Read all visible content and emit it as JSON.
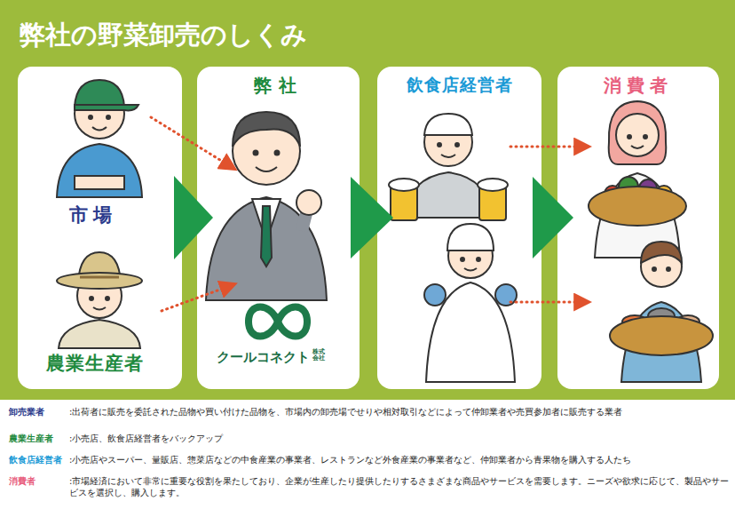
{
  "diagram": {
    "title": "弊社の野菜卸売のしくみ",
    "nodes": [
      {
        "text": [
          "市場"
        ]
      },
      {
        "text": [
          "農業生産者"
        ]
      },
      {
        "text": [
          "弊社",
          "クールコネクト",
          "株式会社"
        ]
      },
      {
        "text": [
          "飲食店経営者"
        ]
      },
      {
        "text": [
          "消費者"
        ]
      }
    ],
    "edges": [
      {
        "from": 0,
        "to": 2,
        "arrow": "to"
      },
      {
        "from": 1,
        "to": 2,
        "arrow": "to"
      },
      {
        "from": 2,
        "to": 3,
        "arrow": "to"
      },
      {
        "from": 3,
        "to": 4,
        "arrow": "to"
      },
      {
        "from": 3,
        "to": 4,
        "arrow": "to"
      },
      {
        "from": 3,
        "to": 4,
        "arrow": "to"
      }
    ],
    "labels": [
      "卸売業者",
      ":出荷者に販売を委託された品物や買い付けた品物を、市場内の卸売場でせりや相対取引などによって仲卸業者や売買参加者に販売する業者",
      "農業生産者",
      ":小売店、飲食店経営者をバックアップ",
      "飲食店経営者",
      ":小売店やスーパー、量販店、惣菜店などの中食産業の事業者、レストランなど外食産業の事業者など、仲卸業者から青果物を購入する人たち",
      "消費者",
      ":市場経済において非常に重要な役割を果たしており、企業が生産したり提供したりするさまざまな商品やサービスを需要します。ニーズや欲求に応じて、製品やサービスを選択し、購入します。"
    ]
  }
}
